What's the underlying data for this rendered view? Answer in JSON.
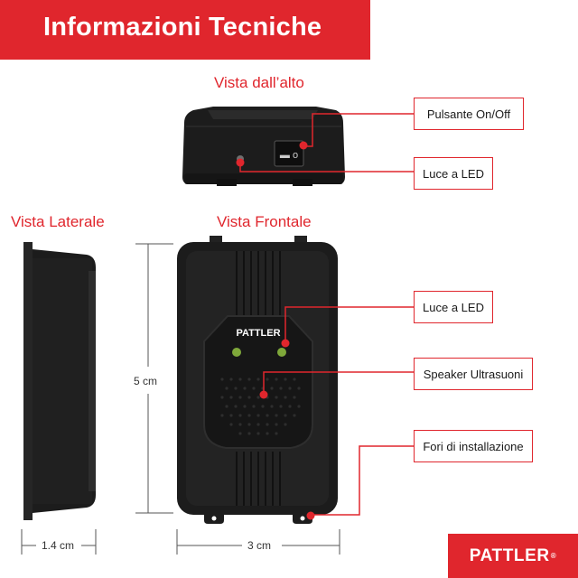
{
  "header": {
    "title": "Informazioni Tecniche"
  },
  "views": {
    "top": "Vista dall’alto",
    "side": "Vista Laterale",
    "front": "Vista Frontale"
  },
  "callouts": {
    "power_button": "Pulsante On/Off",
    "led_top": "Luce a LED",
    "led_front": "Luce a LED",
    "speaker": "Speaker Ultrasuoni",
    "mount_holes": "Fori di installazione"
  },
  "dimensions": {
    "height": "5 cm",
    "width": "3 cm",
    "depth": "1.4 cm"
  },
  "device": {
    "logo": "PATTLER"
  },
  "brand": {
    "name": "PATTLER",
    "mark": "®"
  },
  "colors": {
    "accent": "#e0262d",
    "device_body": "#1c1c1c",
    "led": "#7fa83a"
  }
}
